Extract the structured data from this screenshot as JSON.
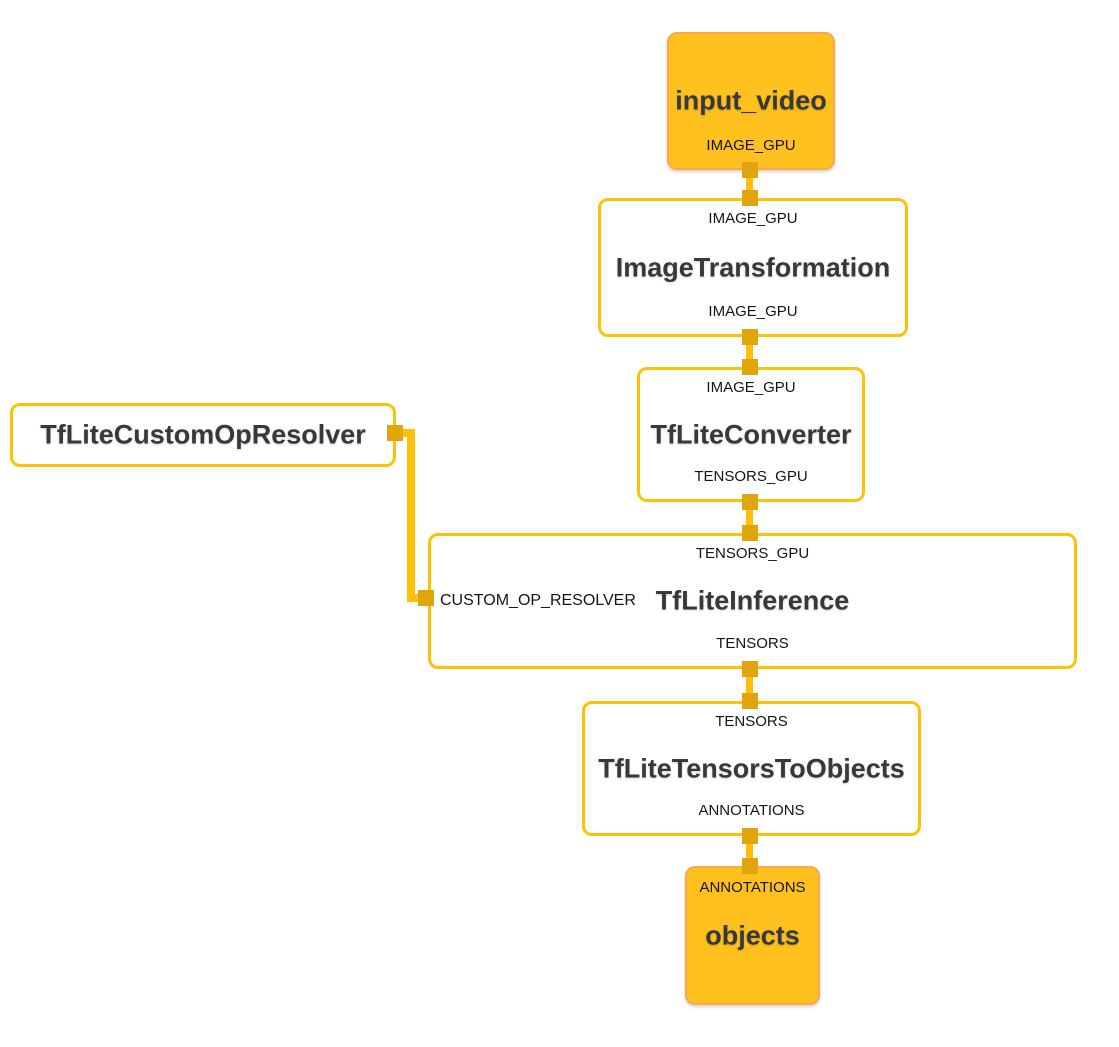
{
  "diagram": {
    "kind": "mediapipe-calculator-graph",
    "colors": {
      "background": "#FFFFFF",
      "stream_line": "#FFC107",
      "calculator_border": "#FFC107",
      "port_connector": "#DFA40E",
      "packet_node_fill": "#FFC11E",
      "packet_node_border": "#F9A94A",
      "title_text": "#37383A",
      "port_text": "#141414"
    },
    "nodes": {
      "input_video": {
        "title": "input_video",
        "output_port": "IMAGE_GPU"
      },
      "image_transformation": {
        "input_port": "IMAGE_GPU",
        "title": "ImageTransformation",
        "output_port": "IMAGE_GPU"
      },
      "tflite_converter": {
        "input_port": "IMAGE_GPU",
        "title": "TfLiteConverter",
        "output_port": "TENSORS_GPU"
      },
      "tflite_custom_op_resolver": {
        "title": "TfLiteCustomOpResolver"
      },
      "tflite_inference": {
        "input_port": "TENSORS_GPU",
        "side_port": "CUSTOM_OP_RESOLVER",
        "title": "TfLiteInference",
        "output_port": "TENSORS"
      },
      "tflite_tensors_to_objects": {
        "input_port": "TENSORS",
        "title": "TfLiteTensorsToObjects",
        "output_port": "ANNOTATIONS"
      },
      "objects": {
        "input_port": "ANNOTATIONS",
        "title": "objects"
      }
    },
    "edges": [
      {
        "from": "input_video",
        "to": "ImageTransformation",
        "stream": "IMAGE_GPU"
      },
      {
        "from": "ImageTransformation",
        "to": "TfLiteConverter",
        "stream": "IMAGE_GPU"
      },
      {
        "from": "TfLiteConverter",
        "to": "TfLiteInference",
        "stream": "TENSORS_GPU"
      },
      {
        "from": "TfLiteCustomOpResolver",
        "to": "TfLiteInference",
        "stream": "CUSTOM_OP_RESOLVER"
      },
      {
        "from": "TfLiteInference",
        "to": "TfLiteTensorsToObjects",
        "stream": "TENSORS"
      },
      {
        "from": "TfLiteTensorsToObjects",
        "to": "objects",
        "stream": "ANNOTATIONS"
      }
    ]
  }
}
